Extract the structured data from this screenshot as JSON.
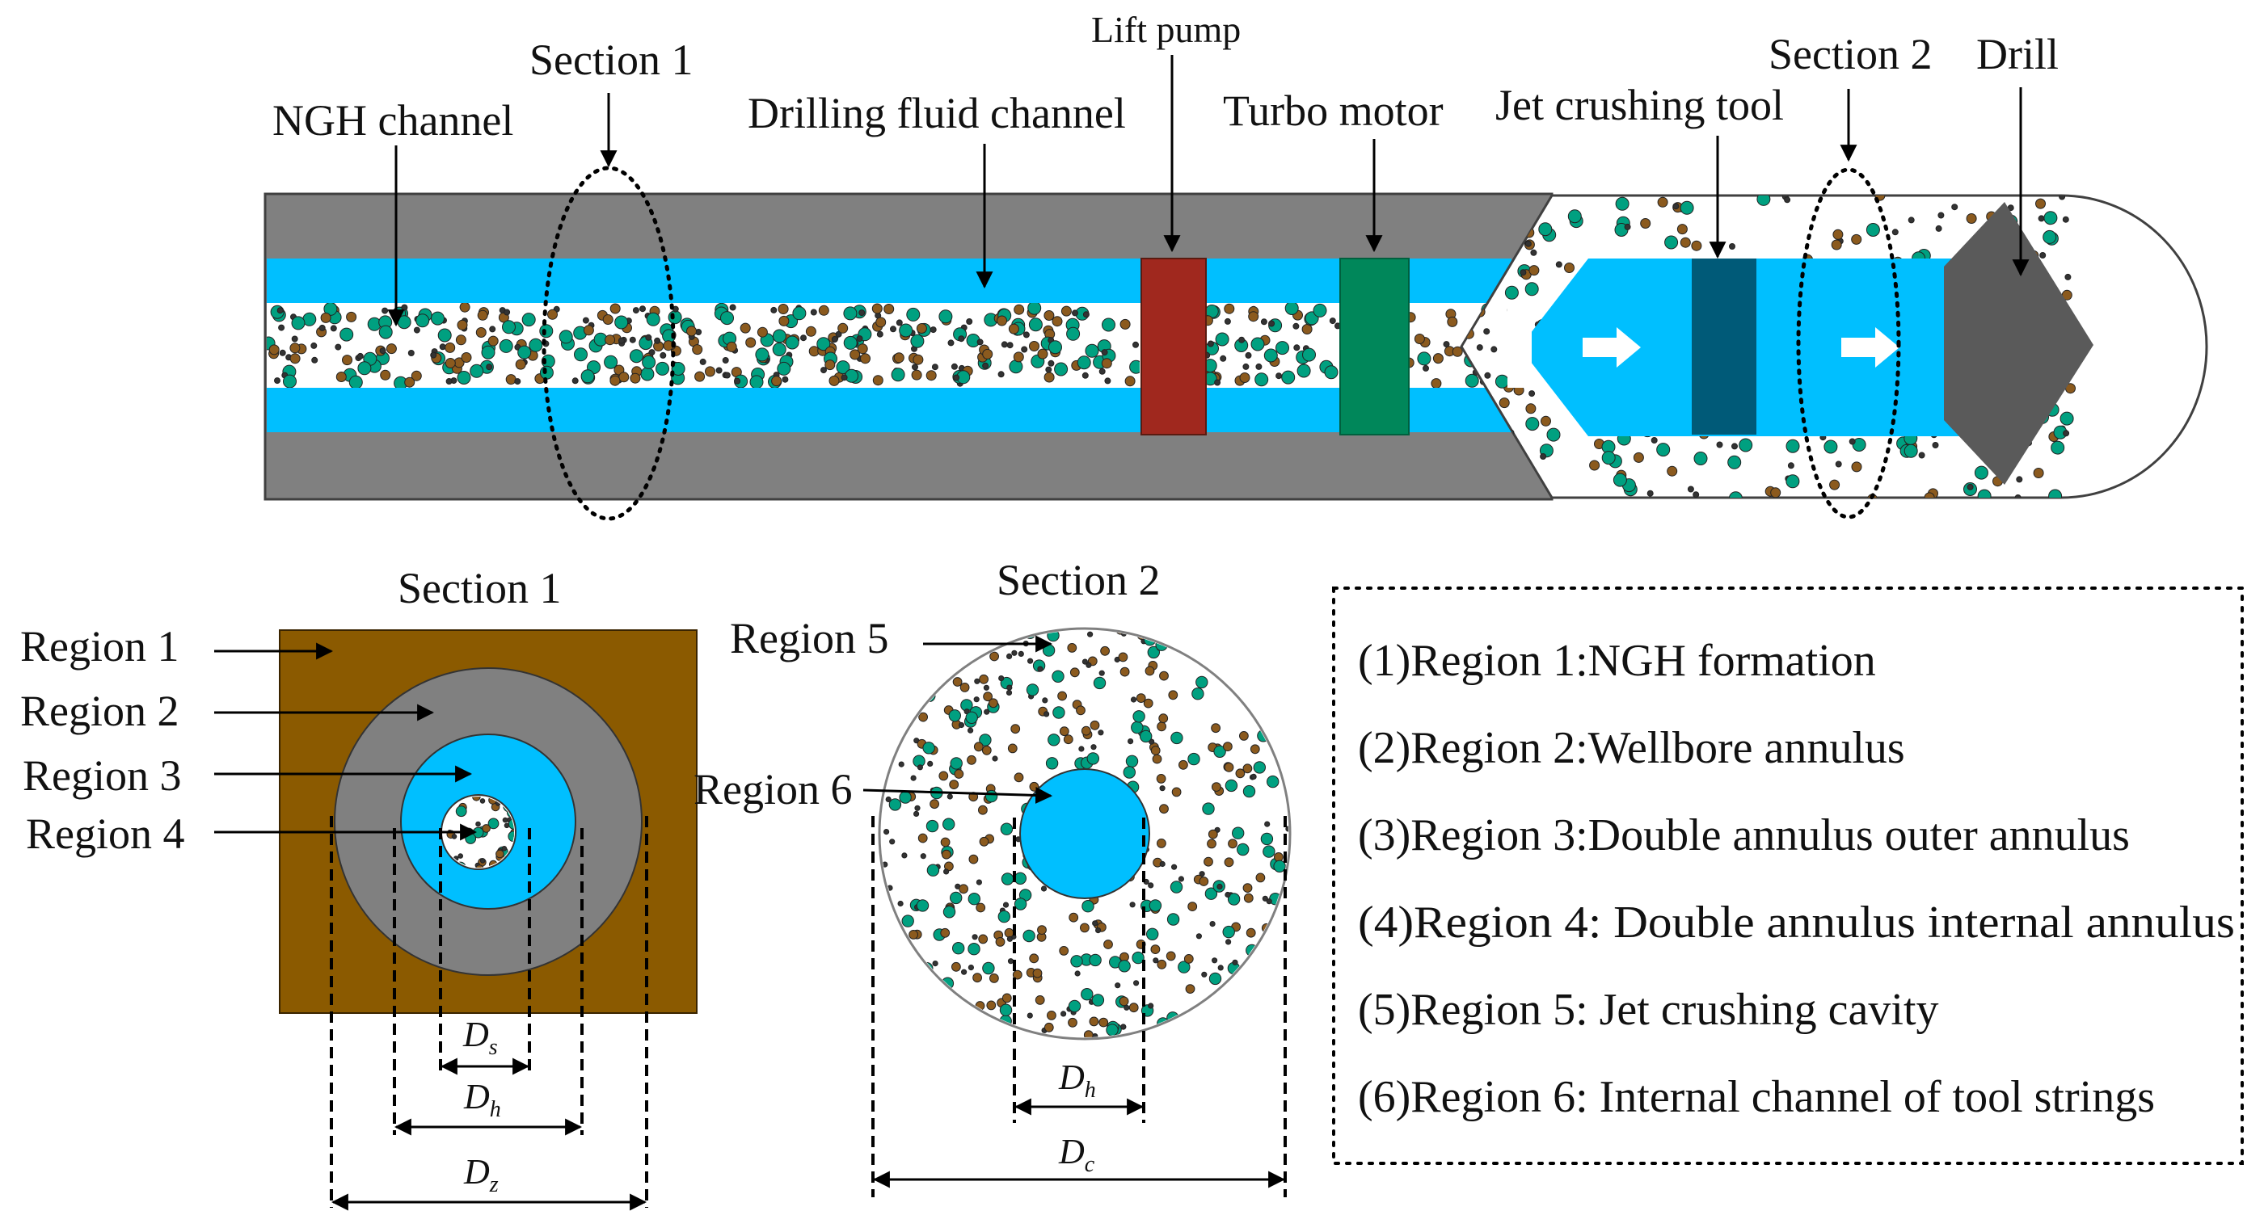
{
  "labels": {
    "section1_top": "Section 1",
    "ngh_channel": "NGH channel",
    "drilling_fluid_channel": "Drilling fluid channel",
    "lift_pump": "Lift pump",
    "turbo_motor": "Turbo motor",
    "jet_crushing_tool": "Jet crushing tool",
    "section2_top": "Section 2",
    "drill": "Drill",
    "section1_title": "Section 1",
    "section2_title": "Section 2",
    "region1": "Region 1",
    "region2": "Region 2",
    "region3": "Region 3",
    "region4": "Region 4",
    "region5": "Region 5",
    "region6": "Region 6",
    "ds_main": "D",
    "ds_sub": "s",
    "dh_main": "D",
    "dh_sub": "h",
    "dz_main": "D",
    "dz_sub": "z",
    "dh2_main": "D",
    "dh2_sub": "h",
    "dc_main": "D",
    "dc_sub": "c"
  },
  "legend": [
    "(1)Region 1:NGH formation",
    "(2)Region 2:Wellbore annulus",
    "(3)Region 3:Double annulus outer annulus",
    "(4)Region 4: Double annulus internal annulus",
    "(5)Region 5: Jet crushing cavity",
    "(6)Region 6: Internal channel of tool strings"
  ],
  "colors": {
    "formation": "#8b5a00",
    "annulus_gray": "#808080",
    "fluid_blue": "#00bfff",
    "lift_pump": "#a0281e",
    "turbo_motor": "#00875a",
    "jet_tool": "#005a78",
    "drill": "#5a5a5a",
    "particle_green": "#00a080",
    "particle_brown": "#8b5a1e",
    "particle_dark": "#333333"
  }
}
